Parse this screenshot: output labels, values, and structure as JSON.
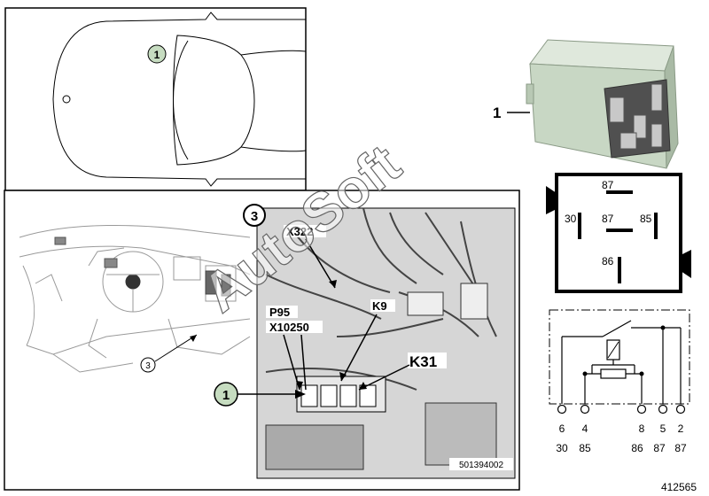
{
  "car_view": {
    "callout": "1"
  },
  "detail": {
    "section_number": "3",
    "labels": {
      "x322": "X322",
      "k9": "K9",
      "p95": "P95",
      "x10250": "X10250",
      "k31": "K31"
    },
    "callout": "1",
    "small_callout": "3",
    "figure_code": "501394002"
  },
  "relay": {
    "callout": "1",
    "pins": {
      "top": "87",
      "left": "30",
      "center": "87",
      "right": "85",
      "bottom": "86"
    }
  },
  "schematic": {
    "terminals": [
      "6",
      "4",
      "8",
      "5",
      "2"
    ],
    "functions": [
      "30",
      "85",
      "86",
      "87",
      "87"
    ]
  },
  "watermark": "AutoSoft",
  "diagram_number": "412565",
  "colors": {
    "relay_body": "#c8d7c4",
    "callout_fill": "#c6dcc0"
  }
}
